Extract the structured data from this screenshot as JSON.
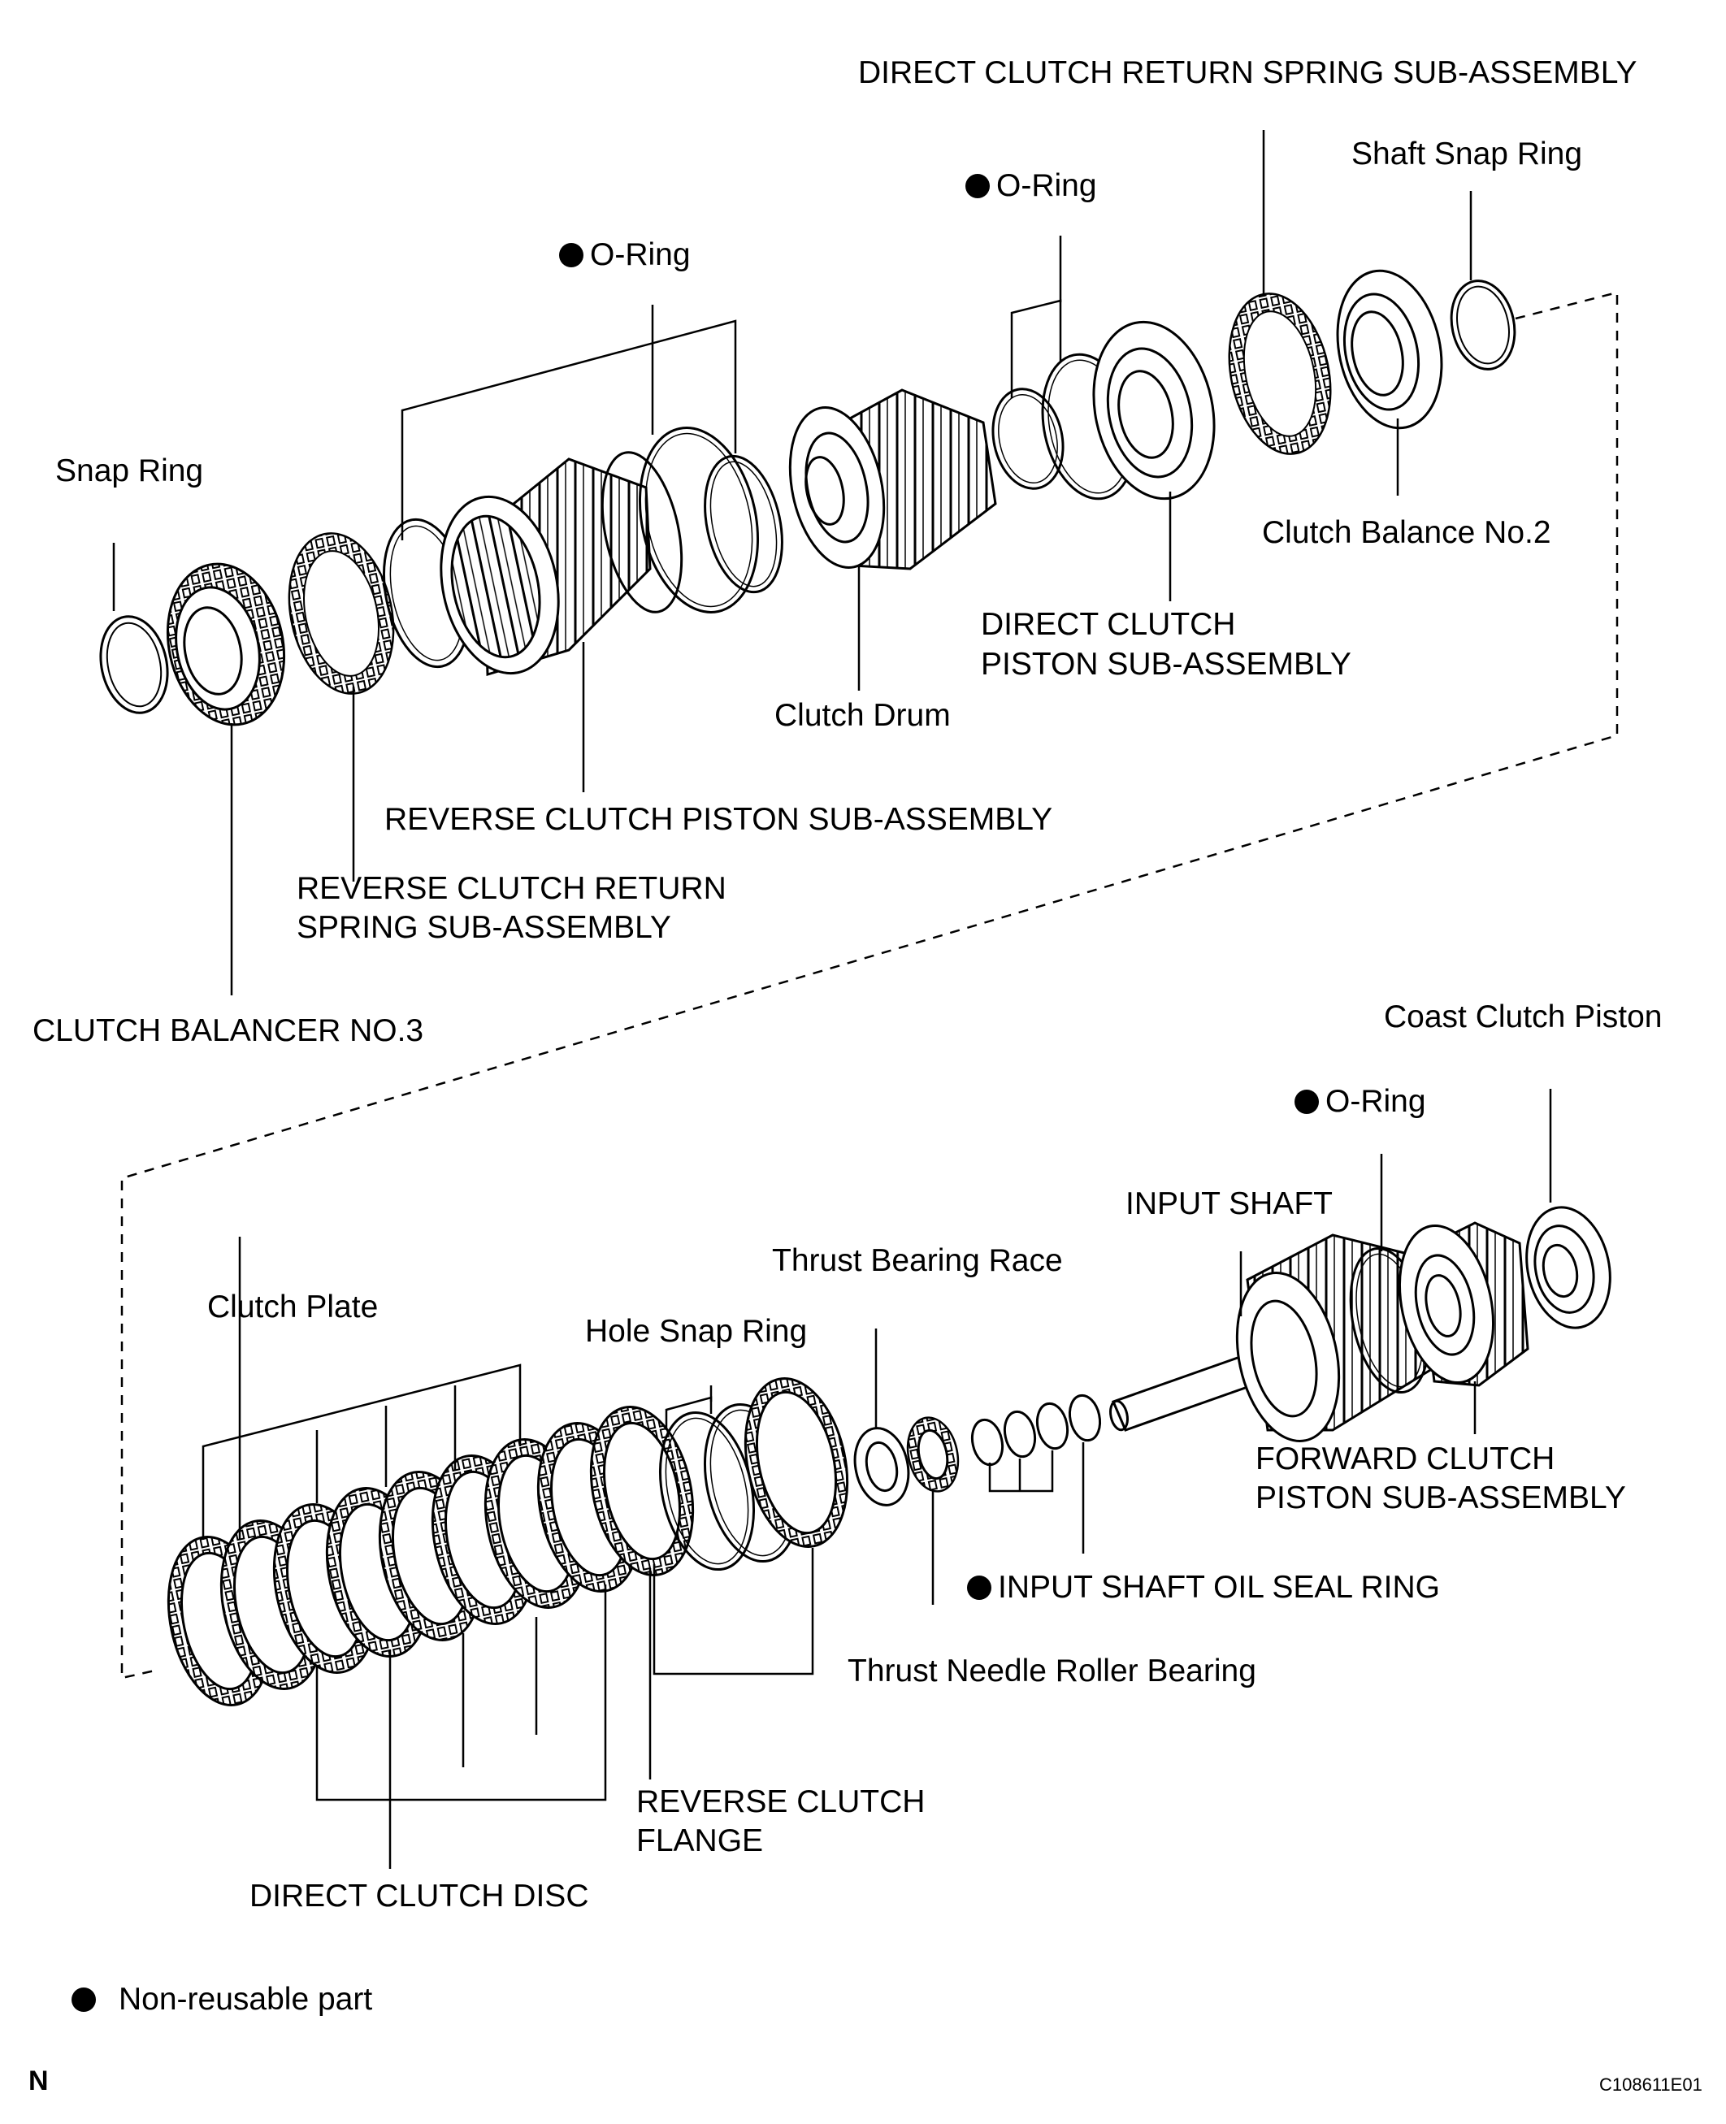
{
  "labels": {
    "direct_clutch_return_spring": "DIRECT CLUTCH RETURN SPRING SUB-ASSEMBLY",
    "shaft_snap_ring": "Shaft Snap Ring",
    "o_ring_top_right": "O-Ring",
    "o_ring_top_left": "O-Ring",
    "snap_ring": "Snap Ring",
    "clutch_balance_no2": "Clutch Balance No.2",
    "direct_clutch_piston_line1": "DIRECT CLUTCH",
    "direct_clutch_piston_line2": "PISTON SUB-ASSEMBLY",
    "clutch_drum": "Clutch Drum",
    "reverse_clutch_piston": "REVERSE CLUTCH PISTON SUB-ASSEMBLY",
    "reverse_clutch_return_line1": "REVERSE CLUTCH RETURN",
    "reverse_clutch_return_line2": "SPRING SUB-ASSEMBLY",
    "clutch_balancer_no3": "CLUTCH BALANCER NO.3",
    "coast_clutch_piston": "Coast Clutch Piston",
    "o_ring_bottom": "O-Ring",
    "input_shaft": "INPUT SHAFT",
    "thrust_bearing_race": "Thrust Bearing Race",
    "clutch_plate": "Clutch Plate",
    "hole_snap_ring": "Hole Snap Ring",
    "forward_clutch_piston_line1": "FORWARD CLUTCH",
    "forward_clutch_piston_line2": "PISTON SUB-ASSEMBLY",
    "input_shaft_oil_seal_ring": "INPUT SHAFT OIL SEAL RING",
    "thrust_needle_roller_bearing": "Thrust Needle Roller Bearing",
    "reverse_clutch_flange_line1": "REVERSE CLUTCH",
    "reverse_clutch_flange_line2": "FLANGE",
    "direct_clutch_disc": "DIRECT CLUTCH DISC"
  },
  "legend": {
    "symbol": "filled-circle-icon",
    "text": "Non-reusable part"
  },
  "corner_mark": "N",
  "figure_code": "C108611E01",
  "colors": {
    "ink": "#000000",
    "paper": "#ffffff"
  }
}
